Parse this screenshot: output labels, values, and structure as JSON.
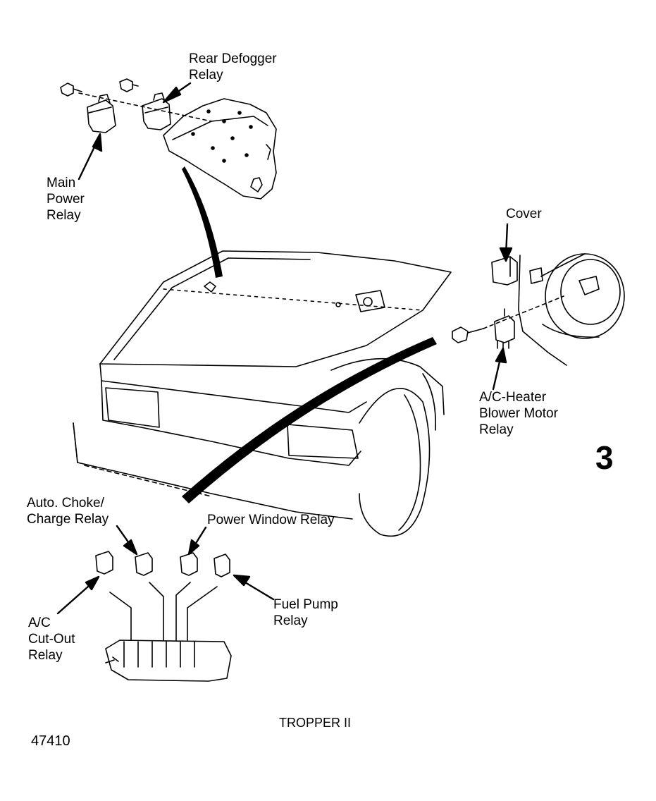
{
  "labels": {
    "rear_defogger_relay": [
      "Rear Defogger",
      "Relay"
    ],
    "main_power_relay": [
      "Main",
      "Power",
      "Relay"
    ],
    "cover": "Cover",
    "ac_heater_relay": [
      "A/C-Heater",
      "Blower Motor",
      "Relay"
    ],
    "auto_choke_relay": [
      "Auto. Choke/",
      "Charge Relay"
    ],
    "power_window_relay": "Power Window Relay",
    "ac_cutout_relay": [
      "A/C",
      "Cut-Out",
      "Relay"
    ],
    "fuel_pump_relay": [
      "Fuel Pump",
      "Relay"
    ]
  },
  "figure_number": "3",
  "vehicle_model": "TROPPER II",
  "part_code": "47410",
  "colors": {
    "ink": "#000000",
    "paper": "#ffffff"
  }
}
